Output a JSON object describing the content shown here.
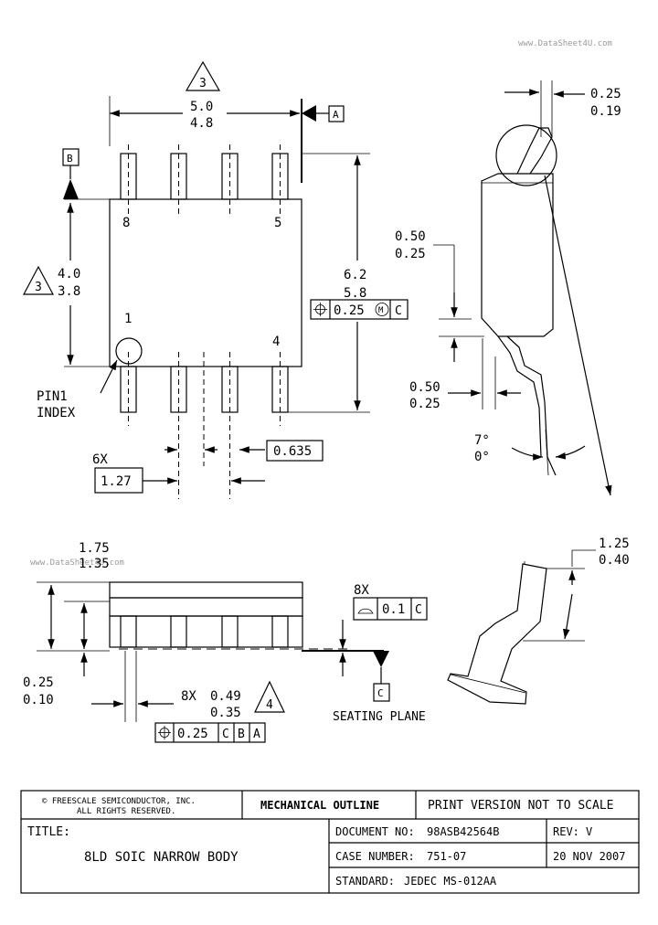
{
  "watermark": "www.DataSheet4U.com",
  "watermark2": "www.DataSheet4U.com",
  "top_view": {
    "body_length_max": "5.0",
    "body_length_min": "4.8",
    "note_3_top": "3",
    "datum_a": "A",
    "datum_b": "B",
    "body_width_max": "4.0",
    "body_width_min": "3.8",
    "note_3_left": "3",
    "overall_width_max": "6.2",
    "overall_width_min": "5.8",
    "fcf_position_symbol": "⌖",
    "fcf_position_tol": "0.25",
    "fcf_position_mod": "M",
    "fcf_position_datum": "C",
    "pin8": "8",
    "pin5": "5",
    "pin1": "1",
    "pin4": "4",
    "pin1_index_line1": "PIN1",
    "pin1_index_line2": "INDEX",
    "pitch_count": "6X",
    "pitch": "1.27",
    "pitch_half": "0.635"
  },
  "side_detail": {
    "lead_thickness_max": "0.25",
    "lead_thickness_min": "0.19",
    "chamfer_max": "0.50",
    "chamfer_min": "0.25",
    "foot_max": "0.50",
    "foot_min": "0.25",
    "angle_max": "7°",
    "angle_min": "0°"
  },
  "end_view": {
    "height_max": "1.75",
    "height_min": "1.35",
    "standoff_max": "0.25",
    "standoff_min": "0.10",
    "lead_count": "8X",
    "lead_width_max": "0.49",
    "lead_width_min": "0.35",
    "note_4": "4",
    "fcf_lead_symbol": "⌖",
    "fcf_lead_tol": "0.25",
    "fcf_lead_datum1": "C",
    "fcf_lead_datum2": "B",
    "fcf_lead_datum3": "A",
    "coplan_count": "8X",
    "coplan_tol": "0.1",
    "coplan_datum": "C",
    "datum_c": "C",
    "seating_plane": "SEATING PLANE"
  },
  "foot_detail": {
    "foot_length_max": "1.25",
    "foot_length_min": "0.40"
  },
  "title_block": {
    "copyright_line1": "© FREESCALE SEMICONDUCTOR, INC.",
    "copyright_line2": "ALL RIGHTS RESERVED.",
    "heading": "MECHANICAL OUTLINE",
    "print_note": "PRINT VERSION NOT TO SCALE",
    "title_label": "TITLE:",
    "title": "8LD SOIC NARROW BODY",
    "document_label": "DOCUMENT NO:",
    "document_value": "98ASB42564B",
    "rev_label": "REV:",
    "rev_value": "V",
    "case_label": "CASE NUMBER:",
    "case_value": "751-07",
    "date": "20 NOV 2007",
    "standard_label": "STANDARD:",
    "standard_value": "JEDEC MS-012AA"
  }
}
